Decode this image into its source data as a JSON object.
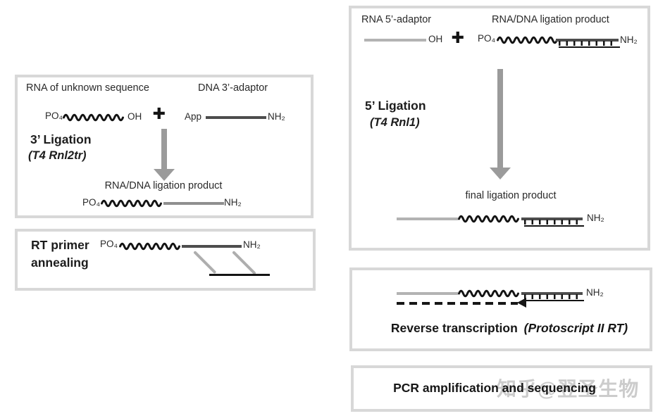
{
  "labels": {
    "po4": "PO₄",
    "oh": "OH",
    "plus": "+",
    "app": "App",
    "nh2": "NH₂"
  },
  "boxes": {
    "ligation3": {
      "header_left": "RNA of unknown sequence",
      "header_right": "DNA 3’-adaptor",
      "step_title": "3’ Ligation",
      "step_enzyme": "(T4 Rnl2tr)",
      "product_label": "RNA/DNA ligation product"
    },
    "rt_primer": {
      "title_line1": "RT primer",
      "title_line2": "annealing"
    },
    "ligation5": {
      "header_left": "RNA 5’-adaptor",
      "header_right": "RNA/DNA ligation product",
      "step_title": "5’ Ligation",
      "step_enzyme": "(T4 Rnl1)",
      "product_label": "final ligation product"
    },
    "reverse_transcription": {
      "title": "Reverse transcription",
      "enzyme": "(Protoscript II RT)"
    },
    "pcr": {
      "title": "PCR amplification and sequencing"
    }
  },
  "watermark": {
    "text": "知乎@翌圣生物"
  },
  "colors": {
    "box_border": "#d8d8d8",
    "rna_wave": "#141414",
    "dna_adaptor_dark": "#4d4d4d",
    "adaptor_medium": "#8f8f8f",
    "rna5_adaptor_light": "#b3b3b3",
    "arrow_gray": "#9b9b9b",
    "watermark_gray": "#cccccc"
  }
}
